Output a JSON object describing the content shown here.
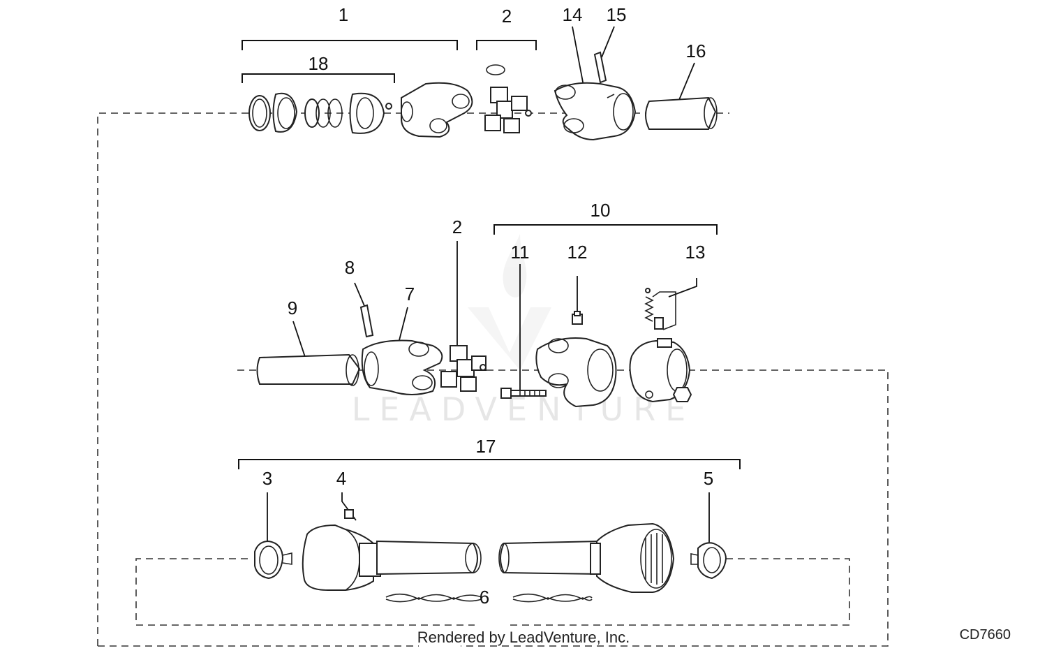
{
  "labels": {
    "l1": "1",
    "l2a": "2",
    "l14": "14",
    "l15": "15",
    "l16": "16",
    "l18": "18",
    "l10": "10",
    "l2b": "2",
    "l11": "11",
    "l12": "12",
    "l13": "13",
    "l8": "8",
    "l7": "7",
    "l9": "9",
    "l17": "17",
    "l3": "3",
    "l4": "4",
    "l5": "5",
    "l6": "6"
  },
  "watermark": "LEADVENTURE",
  "footer": "Rendered by LeadVenture, Inc.",
  "figure_code": "CD7660",
  "colors": {
    "line": "#222222",
    "watermark": "#e6e6e6"
  }
}
